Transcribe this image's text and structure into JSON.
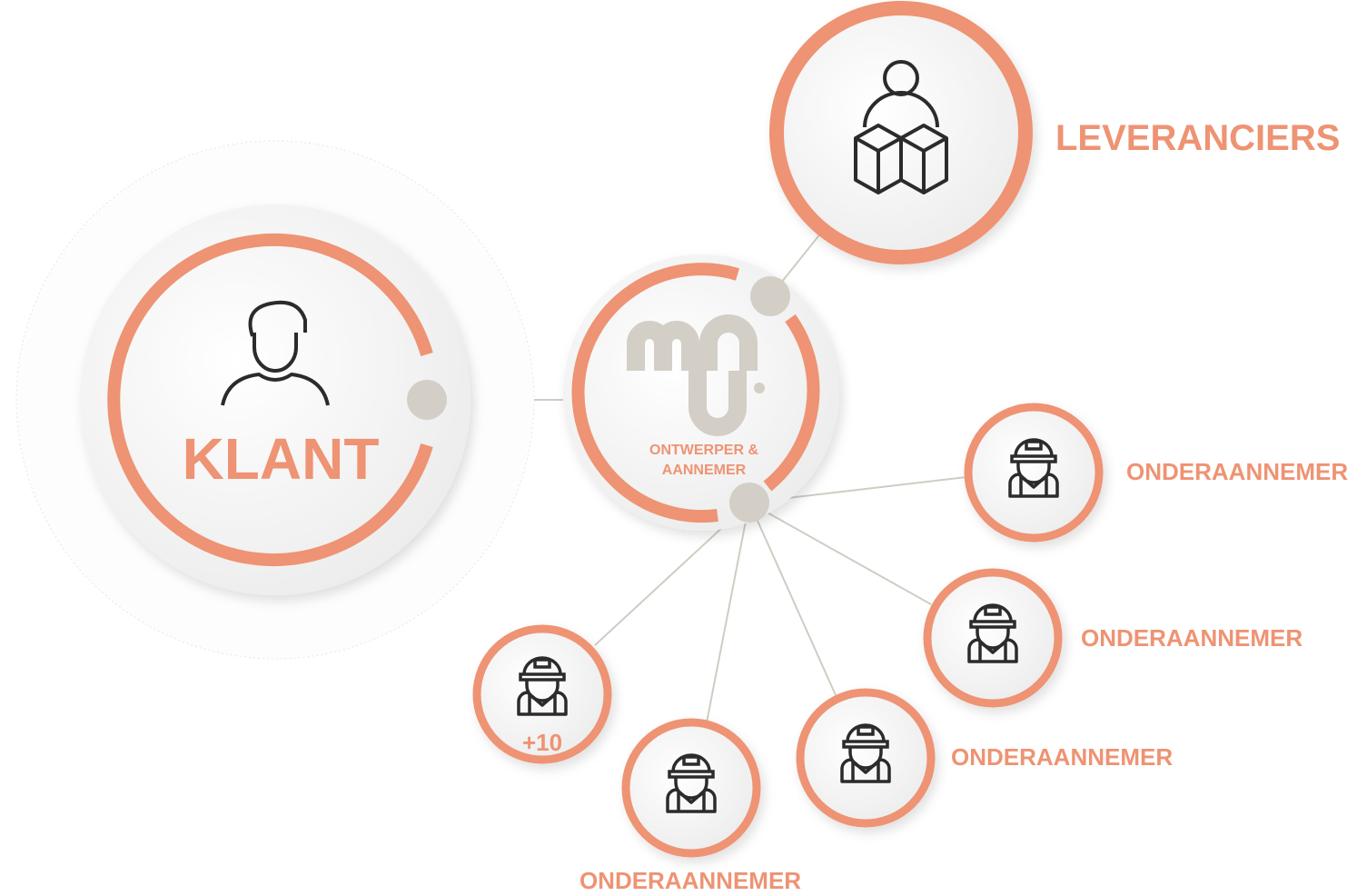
{
  "colors": {
    "accent": "#ee9373",
    "node_grey": "#d3cec6",
    "line": "#d0ccc4",
    "icon": "#2b2b2b"
  },
  "client": {
    "label": "KLANT",
    "icon": "person-icon"
  },
  "center": {
    "logo": "mnu",
    "label_line1": "ONTWERPER &",
    "label_line2": "AANNEMER"
  },
  "supplier": {
    "label": "LEVERANCIERS",
    "icon": "person-boxes-icon"
  },
  "subcontractors": [
    {
      "label": "ONDERAANNEMER",
      "icon": "worker-icon"
    },
    {
      "label": "ONDERAANNEMER",
      "icon": "worker-icon"
    },
    {
      "label": "ONDERAANNEMER",
      "icon": "worker-icon"
    },
    {
      "label": "ONDERAANNEMER",
      "icon": "worker-icon"
    },
    {
      "label": "",
      "badge": "+10",
      "icon": "worker-icon"
    }
  ]
}
